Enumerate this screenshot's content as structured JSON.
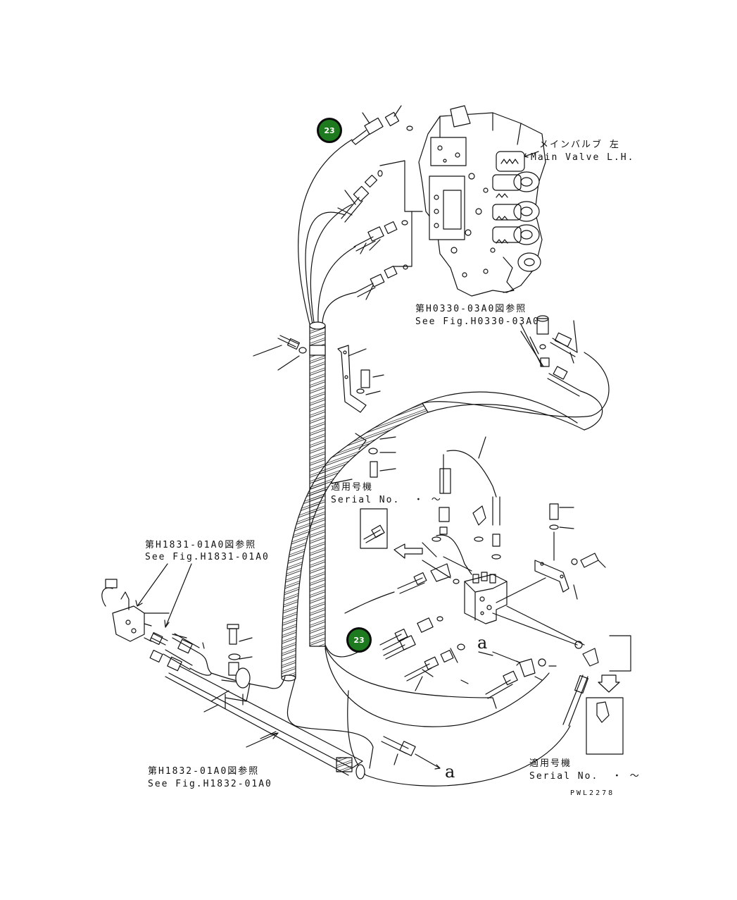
{
  "labels": {
    "main_valve_jp": "メインバルブ 左",
    "main_valve_en": "Main Valve L.H.",
    "ref_h0330_jp": "第H0330-03A0図参照",
    "ref_h0330_en": "See Fig.H0330-03A0",
    "serial_jp_1": "適用号機",
    "serial_en_1": "Serial No.  ・ ～",
    "ref_h1831_jp": "第H1831-01A0図参照",
    "ref_h1831_en": "See Fig.H1831-01A0",
    "ref_h1832_jp": "第H1832-01A0図参照",
    "ref_h1832_en": "See Fig.H1832-01A0",
    "serial_jp_2": "適用号機",
    "serial_en_2": "Serial No.  ・ ～",
    "marker_a1": "a",
    "marker_a2": "a",
    "drawing_code": "PWL2278"
  },
  "callouts": [
    {
      "label": "23",
      "color": "#1e7a1e"
    },
    {
      "label": "23",
      "color": "#1e7a1e"
    }
  ]
}
